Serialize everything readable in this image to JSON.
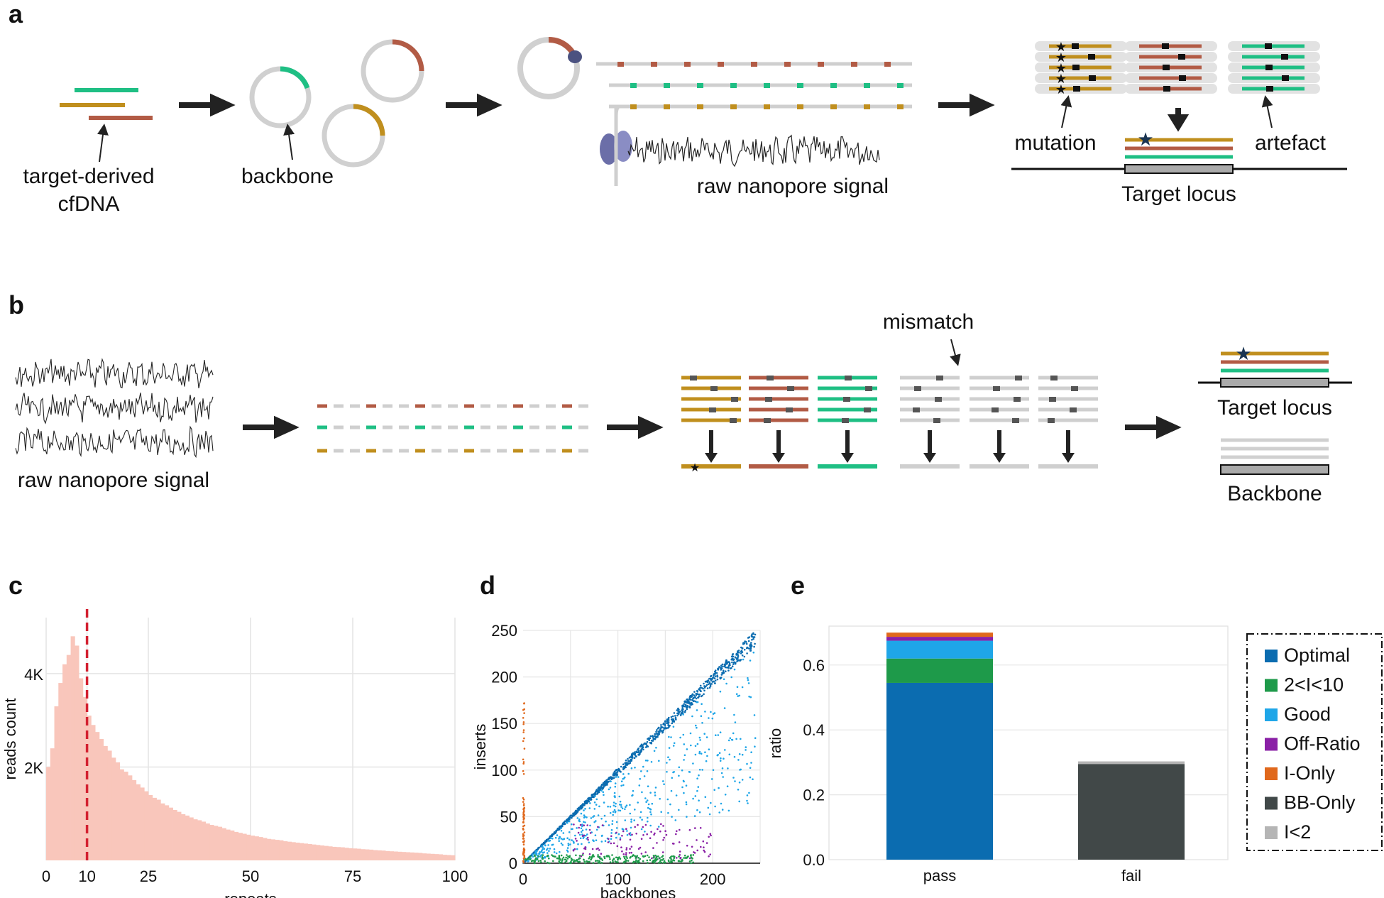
{
  "panels": {
    "a": {
      "label": "a",
      "cfdna_label_1": "target-derived",
      "cfdna_label_2": "cfDNA",
      "backbone_label": "backbone",
      "signal_label": "raw nanopore signal",
      "mutation_label": "mutation",
      "artefact_label": "artefact",
      "locus_label": "Target locus"
    },
    "b": {
      "label": "b",
      "signal_label": "raw nanopore signal",
      "mismatch_label": "mismatch",
      "locus_label": "Target locus",
      "backbone_label": "Backbone"
    },
    "c": {
      "label": "c"
    },
    "d": {
      "label": "d"
    },
    "e": {
      "label": "e"
    }
  },
  "colors": {
    "green": "#1fbf84",
    "gold": "#c08f1e",
    "brick": "#b25b45",
    "grey": "#cfcfcf",
    "hist": "#f9c6bb",
    "median": "#d32030",
    "optimal": "#0b6cb0",
    "two_to_ten": "#1e9a4a",
    "good": "#1fa6e8",
    "off_ratio": "#8a20a6",
    "i_only": "#e0681c",
    "bb_only": "#414848",
    "i_lt2": "#b5b5b5"
  },
  "chart_data": [
    {
      "type": "bar",
      "panel": "c",
      "xlabel": "repeats",
      "ylabel": "reads count",
      "xlim": [
        0,
        100
      ],
      "xticks": [
        0,
        10,
        25,
        50,
        75,
        100
      ],
      "yticks": [
        {
          "v": 2000,
          "label": "2K"
        },
        {
          "v": 4000,
          "label": "4K"
        }
      ],
      "ylim": [
        0,
        5200
      ],
      "median_line": 10,
      "x": [
        1,
        2,
        3,
        4,
        5,
        6,
        7,
        8,
        9,
        10,
        11,
        12,
        13,
        14,
        15,
        16,
        17,
        18,
        19,
        20,
        21,
        22,
        23,
        24,
        25,
        26,
        27,
        28,
        29,
        30,
        31,
        32,
        33,
        34,
        35,
        36,
        37,
        38,
        39,
        40,
        41,
        42,
        43,
        44,
        45,
        46,
        47,
        48,
        49,
        50,
        51,
        52,
        53,
        54,
        55,
        56,
        57,
        58,
        59,
        60,
        61,
        62,
        63,
        64,
        65,
        66,
        67,
        68,
        69,
        70,
        71,
        72,
        73,
        74,
        75,
        76,
        77,
        78,
        79,
        80,
        81,
        82,
        83,
        84,
        85,
        86,
        87,
        88,
        89,
        90,
        91,
        92,
        93,
        94,
        95,
        96,
        97,
        98,
        99,
        100
      ],
      "values": [
        2000,
        2400,
        3300,
        3800,
        4200,
        4400,
        4800,
        4600,
        3900,
        3500,
        3100,
        2900,
        2750,
        2600,
        2450,
        2350,
        2200,
        2100,
        1950,
        1900,
        1820,
        1720,
        1630,
        1560,
        1480,
        1400,
        1340,
        1300,
        1220,
        1180,
        1130,
        1080,
        1040,
        990,
        960,
        920,
        880,
        860,
        830,
        790,
        760,
        740,
        720,
        690,
        660,
        640,
        610,
        590,
        570,
        550,
        530,
        515,
        500,
        480,
        460,
        450,
        440,
        430,
        410,
        400,
        390,
        380,
        370,
        360,
        350,
        340,
        330,
        320,
        310,
        300,
        290,
        285,
        280,
        270,
        260,
        255,
        250,
        240,
        235,
        230,
        220,
        215,
        210,
        200,
        195,
        190,
        185,
        180,
        175,
        170,
        165,
        160,
        150,
        145,
        140,
        135,
        130,
        120,
        115,
        110
      ],
      "grid": true
    },
    {
      "type": "scatter",
      "panel": "d",
      "xlabel": "backbones",
      "ylabel": "inserts",
      "xlim": [
        0,
        250
      ],
      "ylim": [
        0,
        250
      ],
      "xticks": [
        0,
        100,
        200
      ],
      "yticks": [
        0,
        50,
        100,
        150,
        200,
        250
      ],
      "series": [
        {
          "color_key": "optimal",
          "pattern": "diagonal y≈x, 0–250"
        },
        {
          "color_key": "good",
          "pattern": "scattered below diagonal"
        },
        {
          "color_key": "off_ratio",
          "pattern": "low y, x 60–180"
        },
        {
          "color_key": "two_to_ten",
          "pattern": "y < 10"
        },
        {
          "color_key": "i_only",
          "pattern": "x = 0, y 0–175"
        }
      ],
      "grid": true
    },
    {
      "type": "bar",
      "panel": "e",
      "stacked": true,
      "ylabel": "ratio",
      "categories": [
        "pass",
        "fail"
      ],
      "ylim": [
        0,
        0.72
      ],
      "yticks": [
        0.0,
        0.2,
        0.4,
        0.6
      ],
      "series": [
        {
          "name": "Optimal",
          "color_key": "optimal",
          "values": [
            0.545,
            0
          ]
        },
        {
          "name": "2<I<10",
          "color_key": "two_to_ten",
          "values": [
            0.075,
            0
          ]
        },
        {
          "name": "Good",
          "color_key": "good",
          "values": [
            0.055,
            0
          ]
        },
        {
          "name": "Off-Ratio",
          "color_key": "off_ratio",
          "values": [
            0.012,
            0
          ]
        },
        {
          "name": "I-Only",
          "color_key": "i_only",
          "values": [
            0.013,
            0
          ]
        },
        {
          "name": "BB-Only",
          "color_key": "bb_only",
          "values": [
            0,
            0.295
          ]
        },
        {
          "name": "I<2",
          "color_key": "i_lt2",
          "values": [
            0,
            0.008
          ]
        }
      ],
      "legend_position": "right",
      "grid": true
    }
  ]
}
